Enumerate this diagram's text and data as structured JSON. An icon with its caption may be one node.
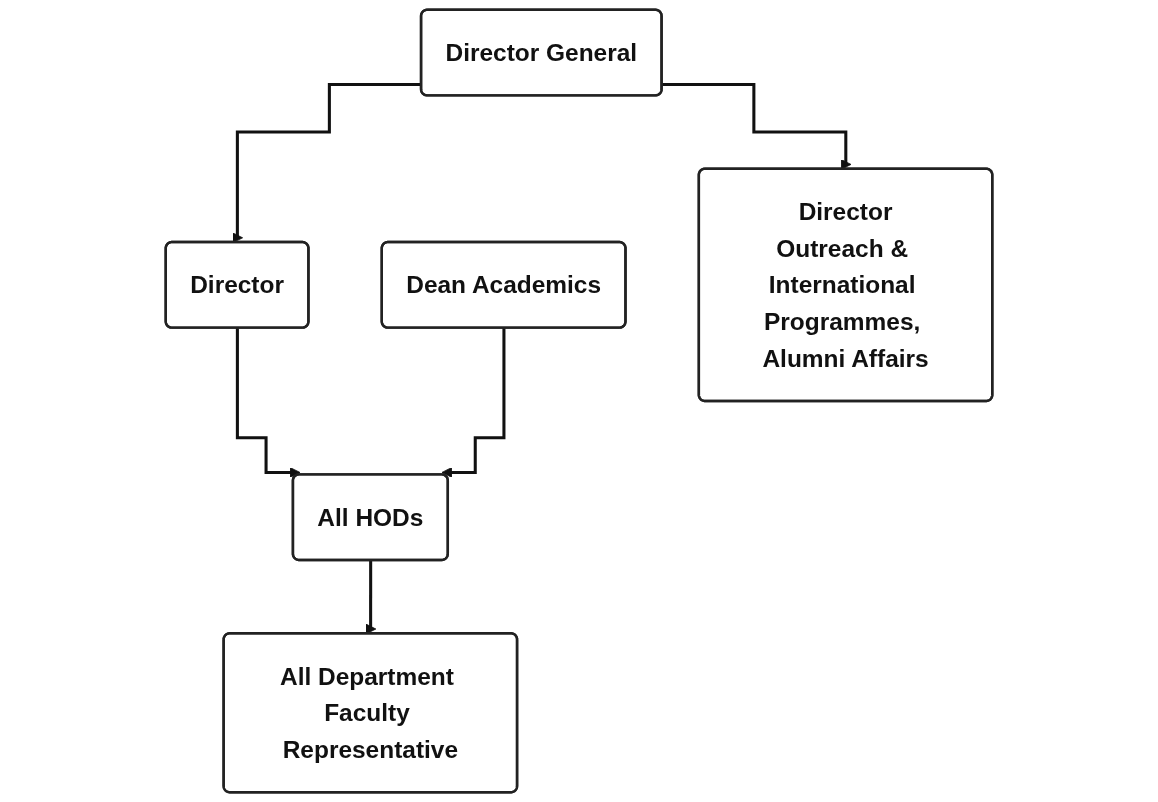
{
  "diagram": {
    "nodes": [
      {
        "text": [
          "Director General"
        ]
      },
      {
        "text": [
          "Director"
        ]
      },
      {
        "text": [
          "Dean Academics"
        ]
      },
      {
        "text": [
          "Director",
          "Outreach & International Programmes, Alumni Affairs"
        ]
      },
      {
        "text": [
          "All HODs"
        ]
      },
      {
        "text": [
          "All Department Faculty Representative"
        ]
      }
    ],
    "edges": [
      {
        "from": 0,
        "to": 1,
        "arrow": "to"
      },
      {
        "from": 0,
        "to": 3,
        "arrow": "to"
      },
      {
        "from": 1,
        "to": 4,
        "arrow": "to"
      },
      {
        "from": 2,
        "to": 4,
        "arrow": "to"
      },
      {
        "from": 4,
        "to": 5,
        "arrow": "to"
      }
    ]
  }
}
